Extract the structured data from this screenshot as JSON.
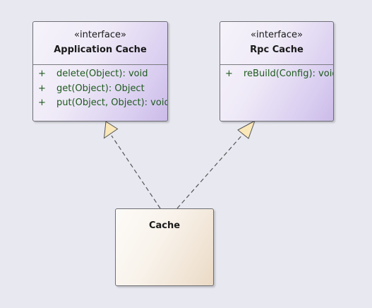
{
  "diagram": {
    "classes": [
      {
        "id": "application-cache",
        "stereotype": "«interface»",
        "name": "Application Cache",
        "members": [
          {
            "visibility": "+",
            "signature": "delete(Object): void"
          },
          {
            "visibility": "+",
            "signature": "get(Object): Object"
          },
          {
            "visibility": "+",
            "signature": "put(Object, Object): void"
          }
        ]
      },
      {
        "id": "rpc-cache",
        "stereotype": "«interface»",
        "name": "Rpc Cache",
        "members": [
          {
            "visibility": "+",
            "signature": "reBuild(Config): void"
          }
        ]
      },
      {
        "id": "cache",
        "stereotype": "",
        "name": "Cache",
        "members": []
      }
    ],
    "relations": [
      {
        "type": "realization",
        "from": "Cache",
        "to": "Application Cache"
      },
      {
        "type": "realization",
        "from": "Cache",
        "to": "Rpc Cache"
      }
    ],
    "colors": {
      "background": "#e7e8f0",
      "interface_fill": "#cbbbe8",
      "class_fill": "#ead9c4",
      "member_text": "#1e5a1e",
      "arrowhead_fill": "#fbe8b8",
      "edge_stroke": "#555555"
    }
  }
}
